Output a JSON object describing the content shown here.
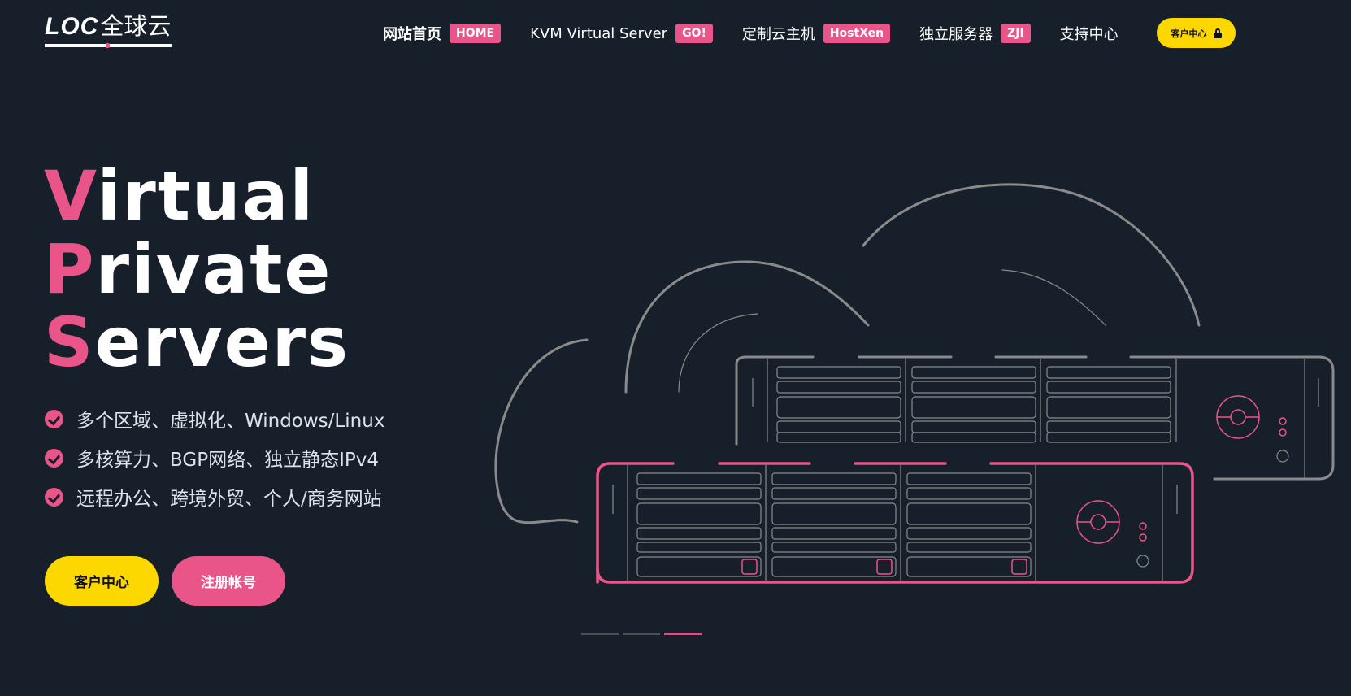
{
  "header": {
    "logo": {
      "brand": "LOC",
      "name_cn": "全球云"
    },
    "nav": [
      {
        "label": "网站首页",
        "badge": "HOME",
        "active": true
      },
      {
        "label": "KVM Virtual Server",
        "badge": "GO!"
      },
      {
        "label": "定制云主机",
        "badge": "HostXen"
      },
      {
        "label": "独立服务器",
        "badge": "ZJI"
      },
      {
        "label": "支持中心"
      }
    ],
    "client_button": {
      "label": "客户中心",
      "icon": "lock-icon"
    }
  },
  "hero": {
    "title_lines": [
      {
        "first": "V",
        "rest": "irtual"
      },
      {
        "first": "P",
        "rest": "rivate"
      },
      {
        "first": "S",
        "rest": "ervers"
      }
    ],
    "features": [
      "多个区域、虚拟化、Windows/Linux",
      "多核算力、BGP网络、独立静态IPv4",
      "远程办公、跨境外贸、个人/商务网站"
    ],
    "buttons": {
      "client": "客户中心",
      "register": "注册帐号"
    }
  },
  "carousel": {
    "slides": 3,
    "active_index": 2
  },
  "colors": {
    "background": "#17202a",
    "accent_pink": "#ea5589",
    "accent_yellow": "#fcd800",
    "line_gray": "#8a8a8a"
  }
}
